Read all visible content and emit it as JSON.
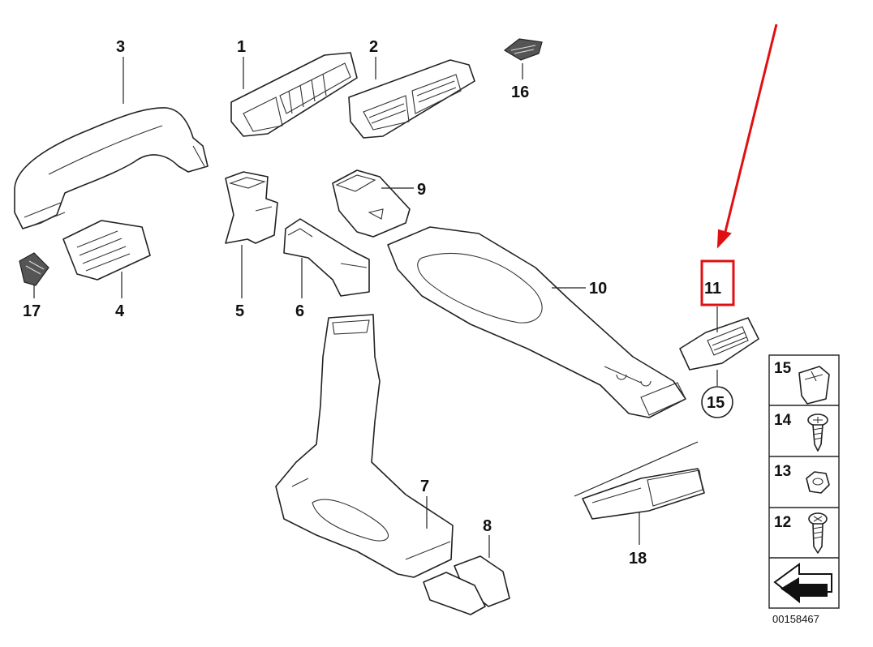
{
  "labels": {
    "p1": "1",
    "p2": "2",
    "p3": "3",
    "p4": "4",
    "p5": "5",
    "p6": "6",
    "p7": "7",
    "p8": "8",
    "p9": "9",
    "p10": "10",
    "p11": "11",
    "p15": "15",
    "p16": "16",
    "p17": "17",
    "p18": "18"
  },
  "legend": {
    "items": [
      {
        "number": "15",
        "icon": "clip-icon"
      },
      {
        "number": "14",
        "icon": "screw-icon"
      },
      {
        "number": "13",
        "icon": "nut-icon"
      },
      {
        "number": "12",
        "icon": "bolt-washer-icon"
      }
    ]
  },
  "document_number": "00158467",
  "colors": {
    "highlight": "#e01010",
    "line": "#222222"
  }
}
